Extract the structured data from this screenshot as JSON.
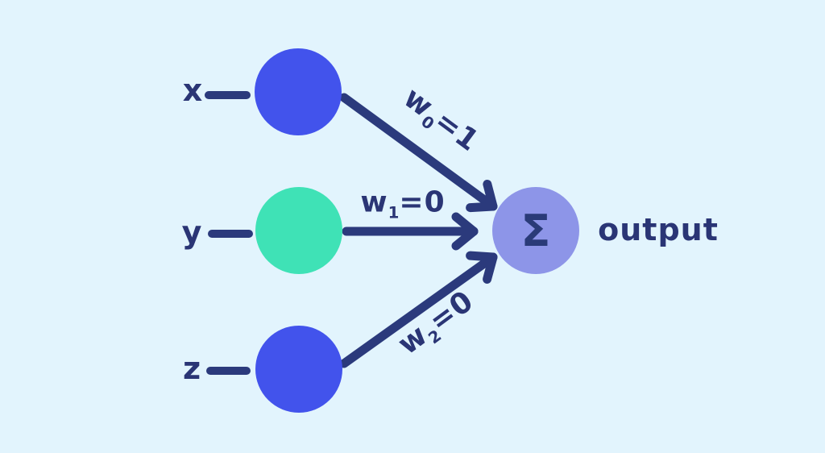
{
  "diagram": {
    "type": "perceptron-weighted-sum",
    "colors": {
      "background": "#e2f4fd",
      "navy_stroke": "#2b3a7c",
      "navy_text": "#2a3575",
      "input_node_blue": "#4253ec",
      "input_node_teal": "#3fe2b6",
      "sum_node_lavender": "#8d95e8"
    },
    "inputs": [
      {
        "label": "x",
        "color": "#4253ec"
      },
      {
        "label": "y",
        "color": "#3fe2b6"
      },
      {
        "label": "z",
        "color": "#4253ec"
      }
    ],
    "weights": [
      {
        "name": "w",
        "sub": "0",
        "value": "=1"
      },
      {
        "name": "w",
        "sub": "1",
        "value": "=0"
      },
      {
        "name": "w",
        "sub": "2",
        "value": "=0"
      }
    ],
    "sum_node": {
      "symbol": "Σ",
      "color": "#8d95e8"
    },
    "output_label": "output"
  }
}
